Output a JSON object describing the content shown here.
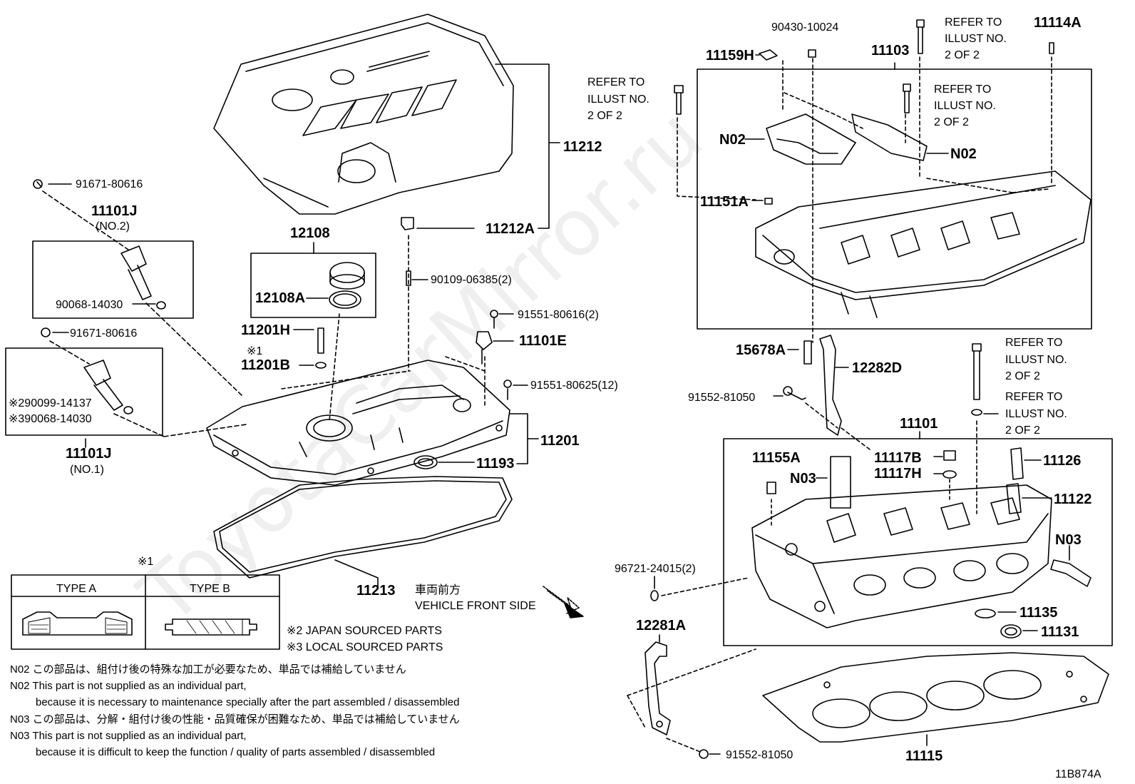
{
  "watermark": "ToyotaCarMirror.ru",
  "figure_id": "11B874A",
  "parts": {
    "p11212": "11212",
    "p11212A": "11212A",
    "p90109": "90109-06385(2)",
    "p12108": "12108",
    "p12108A": "12108A",
    "p91671a": "91671-80616",
    "p11101J2": "11101J",
    "p11101J2_sub": "(NO.2)",
    "p90068a": "90068-14030",
    "p91671b": "91671-80616",
    "p90099": "※290099-14137",
    "p90068b": "※390068-14030",
    "p11101J1": "11101J",
    "p11101J1_sub": "(NO.1)",
    "p11201H": "11201H",
    "p_mark1": "※1",
    "p11201B": "11201B",
    "p91551a": "91551-80616(2)",
    "p11101E": "11101E",
    "p91551b": "91551-80625(12)",
    "p11201": "11201",
    "p11193": "11193",
    "p11213": "11213",
    "p90430": "90430-10024",
    "p11103": "11103",
    "p11114A": "11114A",
    "p11159H": "11159H",
    "p_N02a": "N02",
    "p_N02b": "N02",
    "p11151A": "11151A",
    "p15678A": "15678A",
    "p12282D": "12282D",
    "p91552a": "91552-81050",
    "p11101": "11101",
    "p11155A": "11155A",
    "p_N03a": "N03",
    "p11117B": "11117B",
    "p11117H": "11117H",
    "p11126": "11126",
    "p11122": "11122",
    "p_N03b": "N03",
    "p96721": "96721-24015(2)",
    "p12281A": "12281A",
    "p11135": "11135",
    "p11131": "11131",
    "p11115": "11115",
    "p91552b": "91552-81050"
  },
  "refer_notes": [
    [
      "REFER TO",
      "ILLUST NO.",
      "2 OF 2"
    ],
    [
      "REFER TO",
      "ILLUST NO.",
      "2 OF 2"
    ],
    [
      "REFER TO",
      "ILLUST NO.",
      "2 OF 2"
    ],
    [
      "REFER TO",
      "ILLUST NO.",
      "2 OF 2"
    ],
    [
      "REFER TO",
      "ILLUST NO.",
      "2 OF 2"
    ]
  ],
  "type_table": {
    "mark": "※1",
    "type_a": "TYPE A",
    "type_b": "TYPE B"
  },
  "direction": {
    "jp": "車両前方",
    "en": "VEHICLE FRONT SIDE"
  },
  "sourcing": {
    "japan": "※2 JAPAN SOURCED PARTS",
    "local": "※3 LOCAL SOURCED PARTS"
  },
  "notes": [
    "N02 この部品は、組付け後の特殊な加工が必要なため、単品では補給していません",
    "N02 This part is not supplied as an individual part,",
    "because it is necessary to maintenance specially after the part assembled / disassembled",
    "N03 この部品は、分解・組付け後の性能・品質確保が困難なため、単品では補給していません",
    "N03 This part is not supplied as an individual part,",
    "because it is difficult to keep the function / quality of parts assembled / disassembled"
  ]
}
